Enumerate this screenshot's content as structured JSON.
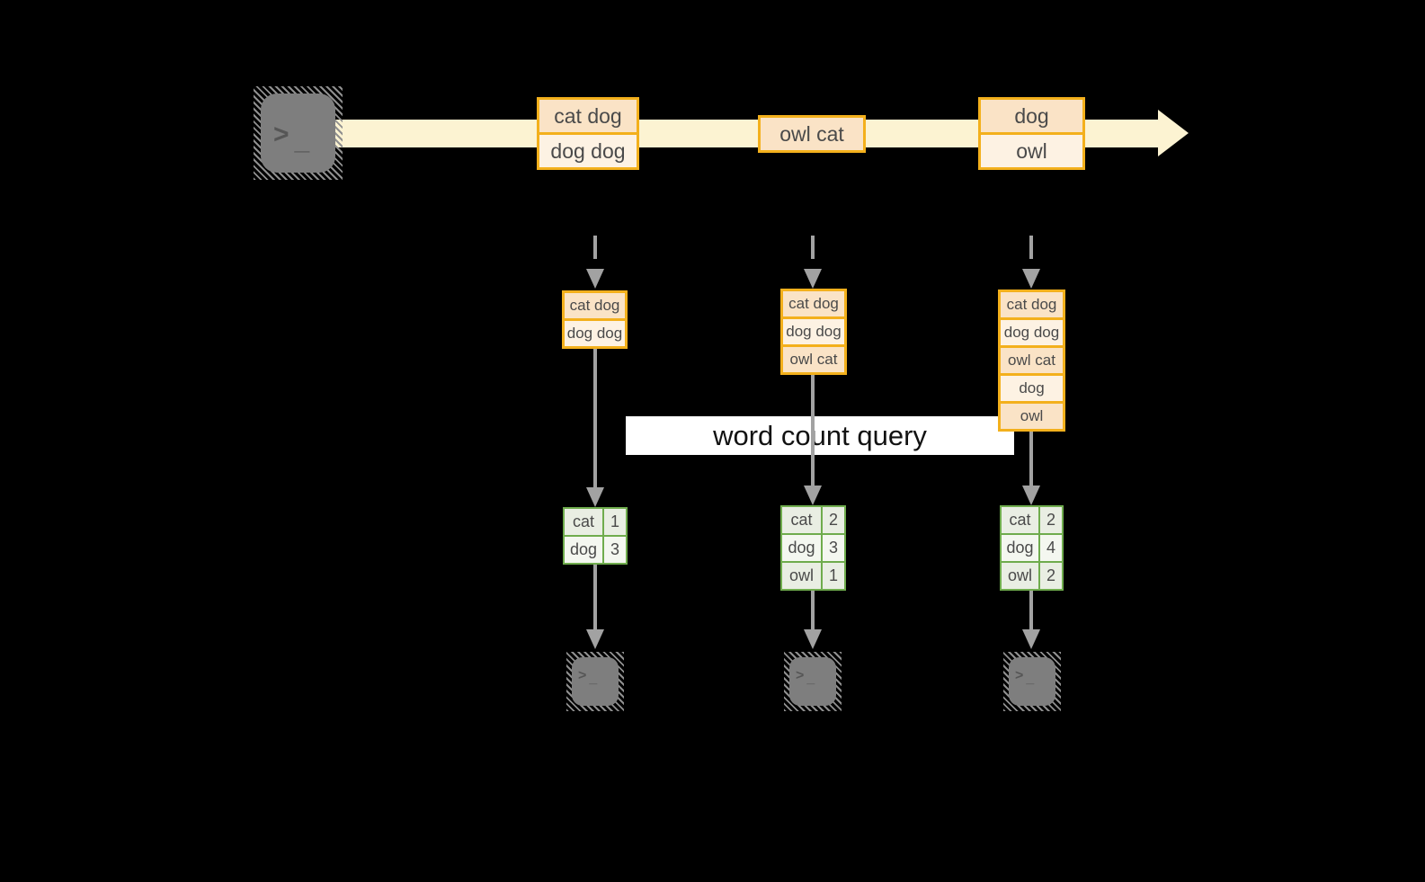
{
  "stream": {
    "source_terminal": {
      "prompt": ">",
      "cursor": "_"
    },
    "events": [
      {
        "lines": [
          "cat dog",
          "dog dog"
        ]
      },
      {
        "lines": [
          "owl cat"
        ]
      },
      {
        "lines": [
          "dog",
          "owl"
        ]
      }
    ]
  },
  "micro_batches": [
    {
      "items": [
        "cat dog",
        "dog dog"
      ]
    },
    {
      "items": [
        "cat dog",
        "dog dog",
        "owl cat"
      ]
    },
    {
      "items": [
        "cat dog",
        "dog dog",
        "owl cat",
        "dog",
        "owl"
      ]
    }
  ],
  "query_label": "word count query",
  "word_counts": [
    {
      "rows": [
        {
          "word": "cat",
          "count": "1"
        },
        {
          "word": "dog",
          "count": "3"
        }
      ]
    },
    {
      "rows": [
        {
          "word": "cat",
          "count": "2"
        },
        {
          "word": "dog",
          "count": "3"
        },
        {
          "word": "owl",
          "count": "1"
        }
      ]
    },
    {
      "rows": [
        {
          "word": "cat",
          "count": "2"
        },
        {
          "word": "dog",
          "count": "4"
        },
        {
          "word": "owl",
          "count": "2"
        }
      ]
    }
  ],
  "sink_terminals": [
    {
      "prompt": ">",
      "cursor": "_"
    },
    {
      "prompt": ">",
      "cursor": "_"
    },
    {
      "prompt": ">",
      "cursor": "_"
    }
  ],
  "colors": {
    "background": "#000000",
    "stream_band": "#fcf3d2",
    "event_border": "#f3b01c",
    "event_fill_dark": "#fae3c6",
    "event_fill_light": "#fdf2e3",
    "result_border": "#6fac4d",
    "result_fill_dark": "#e9eee3",
    "result_fill_light": "#f4f7f0",
    "arrow_gray": "#a2a2a2",
    "terminal_gray": "#7e7e7e",
    "query_band": "#ffffff"
  }
}
